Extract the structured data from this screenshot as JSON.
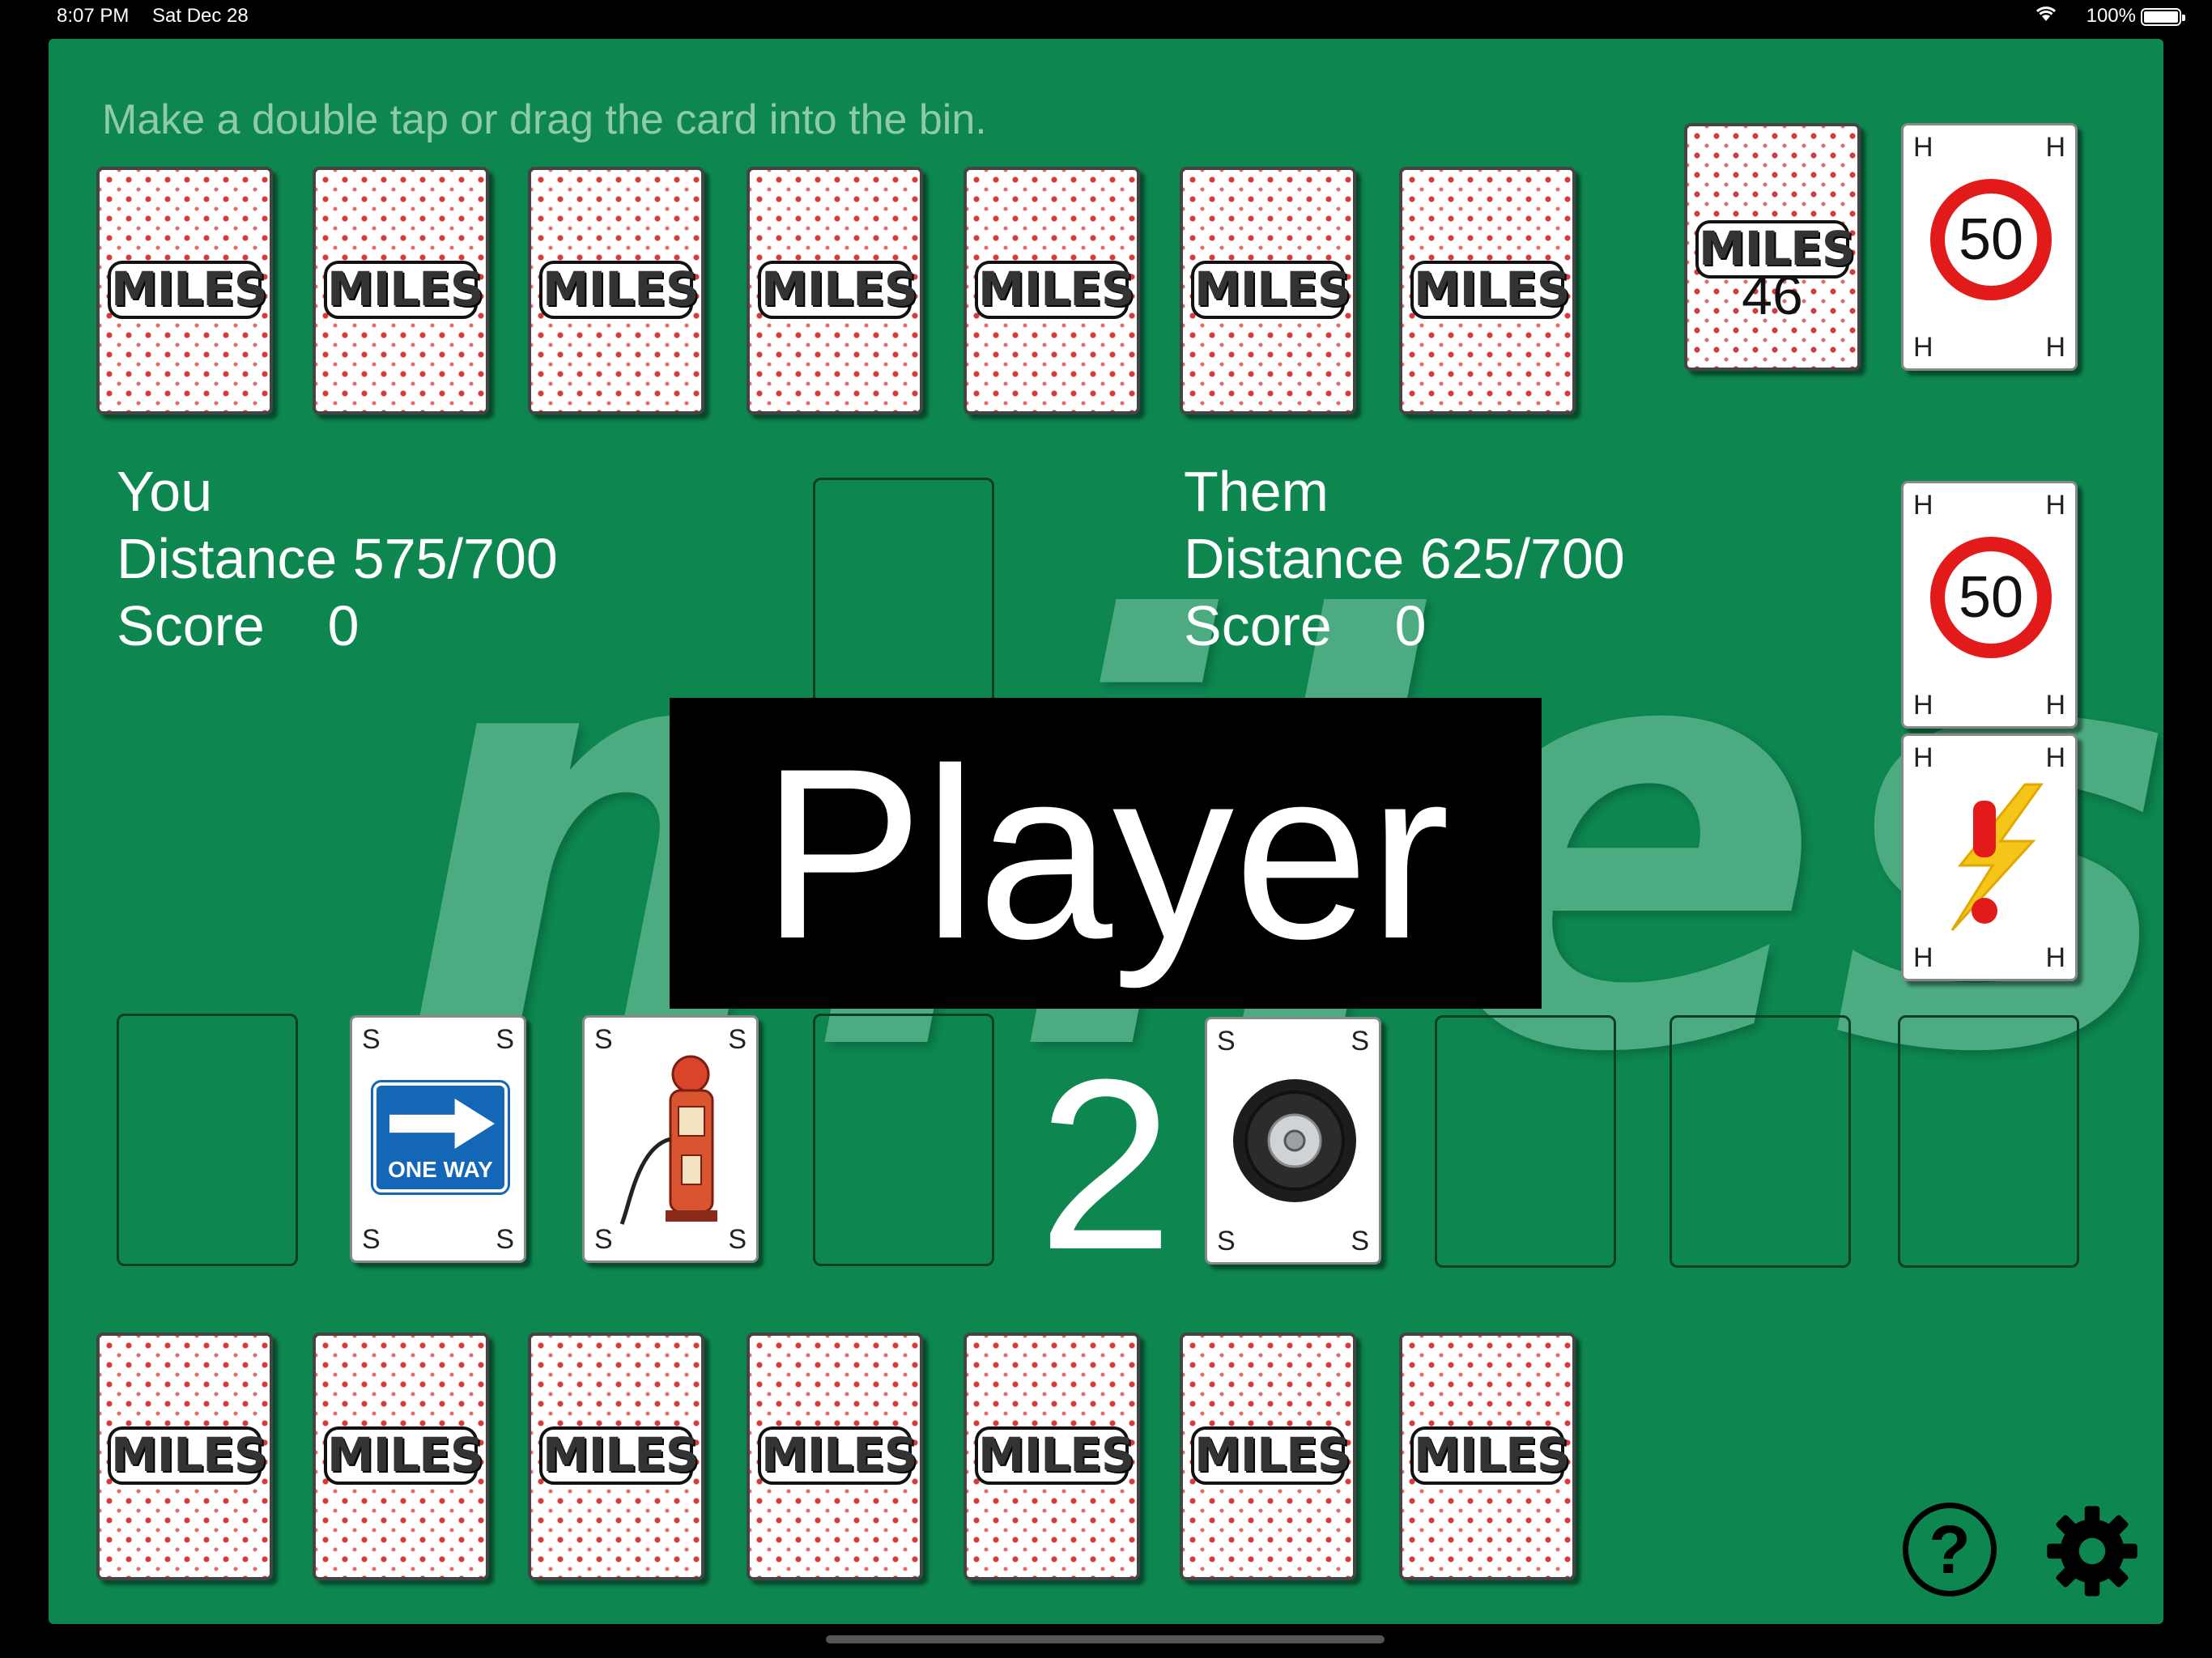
{
  "status_bar": {
    "time": "8:07 PM",
    "date": "Sat Dec 28",
    "battery": "100%"
  },
  "hint": "Make a double tap or drag the card into the bin.",
  "watermark": "miles",
  "card_logo": "MILES",
  "deck": {
    "count": "46"
  },
  "you": {
    "name": "You",
    "distance_label": "Distance",
    "distance": "575/700",
    "score_label": "Score",
    "score": "0"
  },
  "them": {
    "name": "Them",
    "distance_label": "Distance",
    "distance": "625/700",
    "score_label": "Score",
    "score": "0"
  },
  "banner": "Player 2",
  "cards": {
    "hazard_corner": "H",
    "safety_corner": "S",
    "speed_limit": "50",
    "one_way_label": "ONE WAY"
  },
  "colors": {
    "board": "#0d8650",
    "card_pattern": "#d83838",
    "speed_ring": "#e21a1a",
    "one_way_blue": "#1466b7"
  },
  "icons": {
    "help": "question-circle-icon",
    "settings": "gear-icon"
  }
}
